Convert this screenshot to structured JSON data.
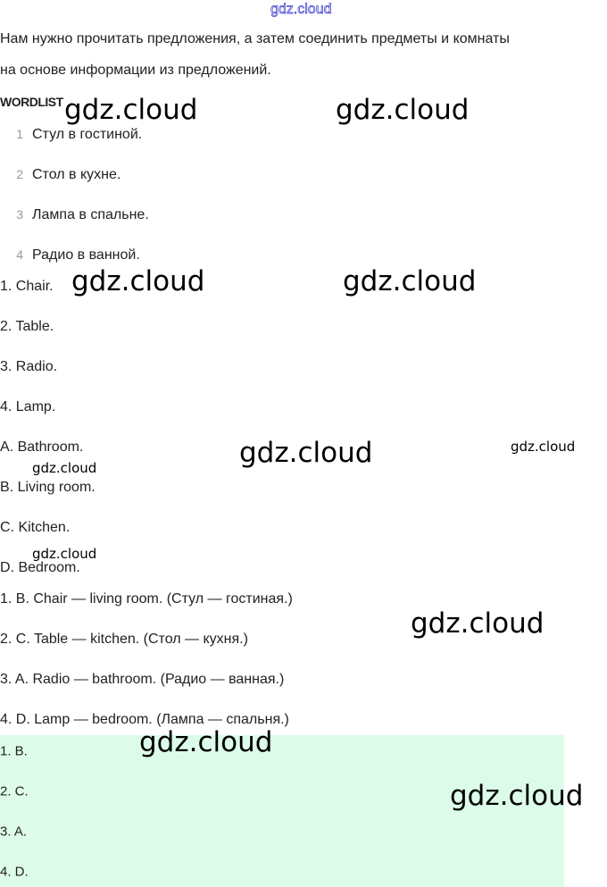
{
  "watermark": "gdz.cloud",
  "intro": [
    "Нам нужно прочитать предложения, а затем соединить предметы и комнаты",
    "на основе информации из предложений."
  ],
  "wordlist_title": "WORDLIST",
  "wordlist": [
    {
      "n": "1",
      "text": "Стул в гостиной."
    },
    {
      "n": "2",
      "text": "Стол в кухне."
    },
    {
      "n": "3",
      "text": "Лампа в спальне."
    },
    {
      "n": "4",
      "text": "Радио в ванной."
    }
  ],
  "items": [
    "1. Chair.",
    "2. Table.",
    "3. Radio.",
    "4. Lamp."
  ],
  "rooms": [
    "A. Bathroom.",
    "B. Living room.",
    "C. Kitchen.",
    "D. Bedroom."
  ],
  "matches": [
    "1. B. Chair — living room. (Стул — гостиная.)",
    "2. C. Table — kitchen. (Стол — кухня.)",
    "3. A. Radio — bathroom. (Радио — ванная.)",
    "4. D. Lamp — bedroom. (Лампа — спальня.)"
  ],
  "answers": [
    "1. B.",
    "2. C.",
    "3. A.",
    "4. D."
  ],
  "colors": {
    "answer_bg": "#dcfce9"
  }
}
